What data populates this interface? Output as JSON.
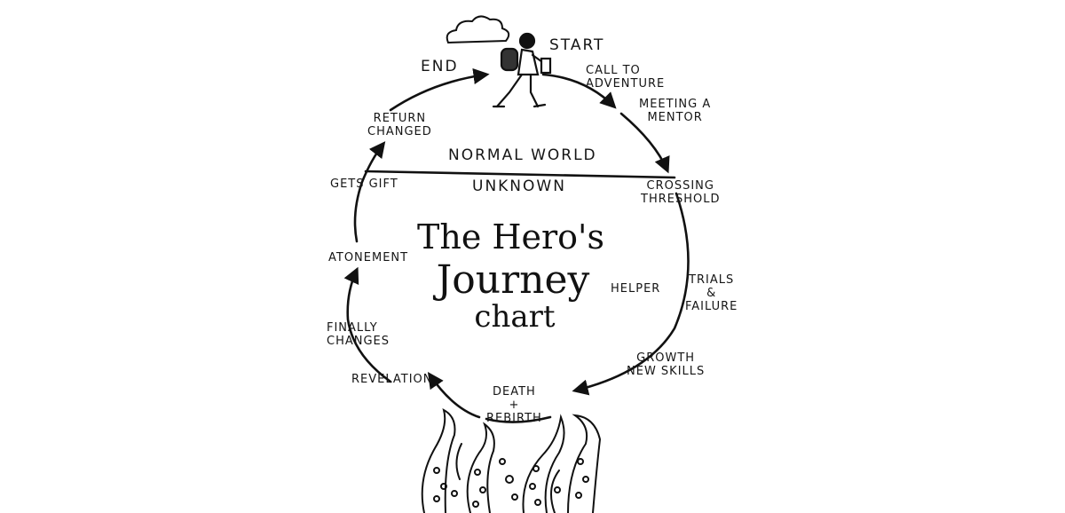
{
  "title": {
    "line1": "The Hero's",
    "line2": "Journey",
    "line3": "chart"
  },
  "divider": {
    "above": "Normal World",
    "below": "Unknown"
  },
  "stages": {
    "start": "Start",
    "end": "End",
    "call_to_adventure": [
      "Call to",
      "Adventure"
    ],
    "meeting_mentor": [
      "Meeting a",
      "Mentor"
    ],
    "crossing_threshold": [
      "Crossing",
      "Threshold"
    ],
    "trials_failure": [
      "Trials",
      "&",
      "Failure"
    ],
    "helper": "Helper",
    "growth_new_skills": [
      "Growth",
      "New Skills"
    ],
    "death_rebirth": [
      "Death",
      "+",
      "Rebirth"
    ],
    "revelation": "Revelation",
    "finally_changes": [
      "Finally",
      "Changes"
    ],
    "atonement": "Atonement",
    "gets_gift": "Gets Gift",
    "return_changed": [
      "Return",
      "Changed"
    ]
  },
  "icons": [
    "cloud-icon",
    "hiker-icon",
    "tentacles-icon"
  ],
  "colors": {
    "ink": "#111111",
    "background": "#ffffff"
  }
}
